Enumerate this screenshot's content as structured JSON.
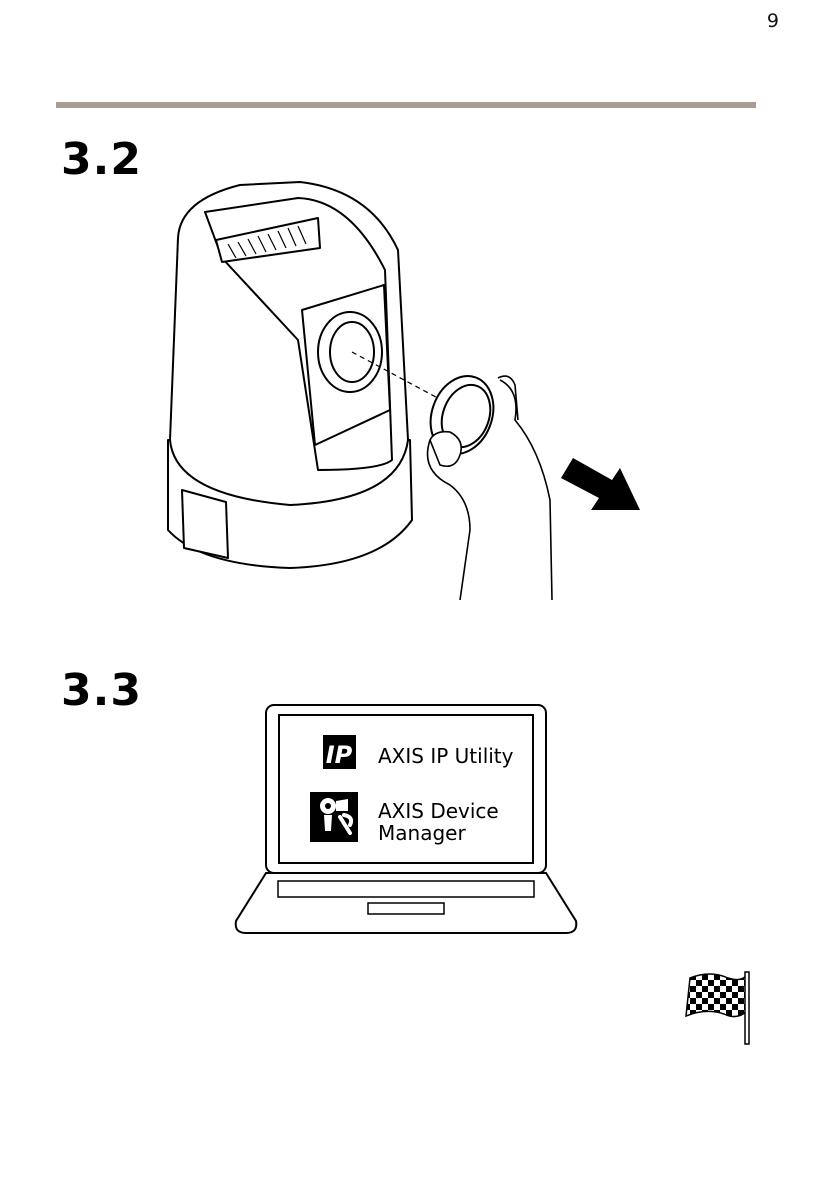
{
  "page": {
    "number": "9"
  },
  "steps": [
    {
      "number": "3.2"
    },
    {
      "number": "3.3"
    }
  ],
  "laptop": {
    "apps": [
      {
        "icon_text": "IP",
        "icon": "ip-utility-icon",
        "label": "AXIS IP Utility"
      },
      {
        "icon": "device-manager-icon",
        "label_line1": "AXIS Device",
        "label_line2": "Manager"
      }
    ]
  },
  "icons": {
    "finish": "checkered-flag-icon",
    "arrow": "direction-arrow-icon"
  }
}
